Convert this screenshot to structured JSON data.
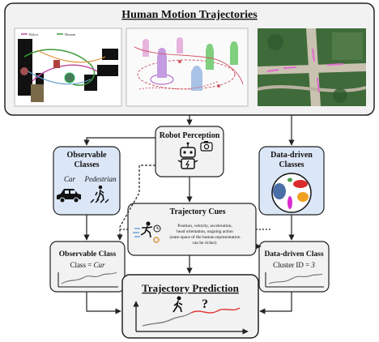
{
  "title": "Human Motion Trajectories",
  "images": {
    "left_legend": [
      "Robot",
      "Human"
    ],
    "middle_caption": "",
    "right_caption": ""
  },
  "robot_perception": {
    "label": "Robot Perception"
  },
  "observable": {
    "title_line1": "Observable",
    "title_line2": "Classes",
    "car_label": "Car",
    "pedestrian_label": "Pedestrian"
  },
  "data_driven": {
    "title_line1": "Data-driven",
    "title_line2": "Classes"
  },
  "trajectory_cues": {
    "title": "Trajectory Cues",
    "desc_line1": "Position, velocity, acceleration,",
    "desc_line2": "head orientation, ongoing action",
    "desc_line3": "(state-space of the human representation",
    "desc_line4": "can be richer)."
  },
  "observable_class": {
    "title": "Observable Class",
    "value_prefix": "Class = ",
    "value": "Car"
  },
  "data_driven_class": {
    "title": "Data-driven Class",
    "value_prefix": "Cluster ID = ",
    "value": "3"
  },
  "prediction": {
    "title": "Trajectory Prediction",
    "question_mark": "?"
  },
  "colors": {
    "blue_box": "#dbe6f7",
    "gray_box": "#f2f2f2",
    "border": "#222222",
    "red_traj": "#e03b3b"
  }
}
